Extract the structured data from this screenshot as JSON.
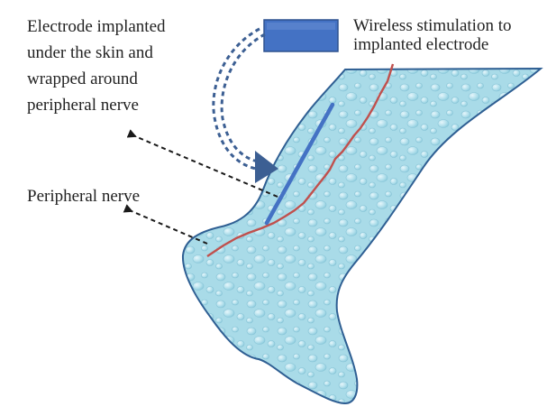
{
  "labels": {
    "electrode": {
      "line1": "Electrode implanted",
      "line2": "under the skin and",
      "line3": "wrapped around",
      "line4": "peripheral nerve"
    },
    "wireless": {
      "line1": "Wireless stimulation to",
      "line2": "implanted electrode"
    },
    "nerve": "Peripheral nerve"
  },
  "colors": {
    "skin_fill": "#a9dbe8",
    "skin_outline": "#2f5f93",
    "nerve_line": "#c0504d",
    "electrode": "#4472c4",
    "transmitter_fill": "#4472c4",
    "transmitter_border": "#2f528f",
    "wireless_arrow": "#3c5f93",
    "pointer_arrow": "#1a1a1a"
  }
}
